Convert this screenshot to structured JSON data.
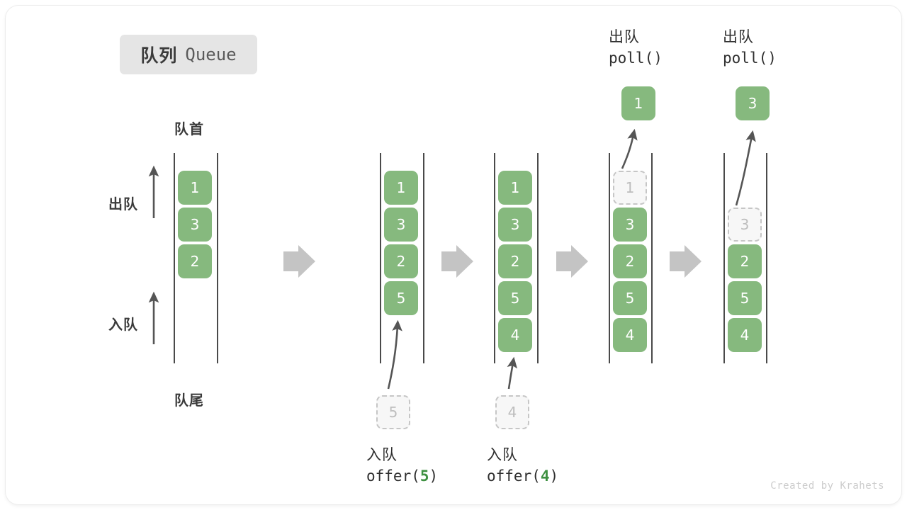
{
  "title": {
    "cn": "队列",
    "en": "Queue"
  },
  "watermark": "Created by Krahets",
  "labels": {
    "front": "队首",
    "rear": "队尾",
    "dequeue": "出队",
    "enqueue": "入队"
  },
  "colors": {
    "cell_fill": "#86b97e",
    "cell_text": "#ffffff",
    "ghost_fill": "#f7f7f7",
    "ghost_border": "#c6c6c6",
    "ghost_text": "#bdbdbd",
    "rail": "#4a4a4a",
    "arrow": "#555555",
    "separator": "#c4c4c4",
    "badge_bg": "#e5e5e5",
    "accent_green": "#3f9142",
    "text_dark": "#2f2f2f"
  },
  "panels": [
    {
      "id": "panel-initial",
      "cells": [
        "1",
        "3",
        "2"
      ],
      "ghost_index": null,
      "ghost_value": null,
      "side_labels": {
        "top": "队首",
        "bottom": "队尾",
        "up_top": "出队",
        "up_bottom": "入队"
      },
      "caption_cn": null,
      "caption_code": null,
      "caption_num": null,
      "popped_value": null,
      "op_title_cn": null,
      "op_title_code": null,
      "incoming_value": null
    },
    {
      "id": "panel-offer-5",
      "cells": [
        "1",
        "3",
        "2",
        "5"
      ],
      "caption_cn": "入队",
      "caption_code_pre": "offer(",
      "caption_num": "5",
      "caption_code_post": ")",
      "incoming_value": "5"
    },
    {
      "id": "panel-offer-4",
      "cells": [
        "1",
        "3",
        "2",
        "5",
        "4"
      ],
      "caption_cn": "入队",
      "caption_code_pre": "offer(",
      "caption_num": "4",
      "caption_code_post": ")",
      "incoming_value": "4"
    },
    {
      "id": "panel-poll-1",
      "cells": [
        "1",
        "3",
        "2",
        "5",
        "4"
      ],
      "ghost_index": 0,
      "ghost_value": "1",
      "op_title_cn": "出队",
      "op_title_code": "poll()",
      "popped_value": "1"
    },
    {
      "id": "panel-poll-3",
      "cells": [
        "3",
        "2",
        "5",
        "4"
      ],
      "ghost_index": 1,
      "ghost_value": "3",
      "op_title_cn": "出队",
      "op_title_code": "poll()",
      "popped_value": "3"
    }
  ],
  "separators": [
    "separator-1",
    "separator-2",
    "separator-3",
    "separator-4"
  ]
}
